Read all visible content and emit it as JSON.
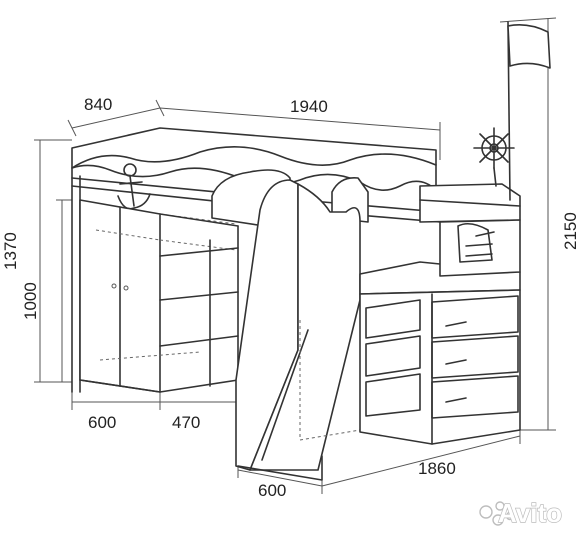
{
  "dimensions": {
    "depth": "840",
    "total_length": "1940",
    "bed_height": "1370",
    "wardrobe_height": "1000",
    "total_height": "2150",
    "wardrobe_width": "600",
    "shelf_width": "470",
    "slide_width": "600",
    "base_length": "1860"
  },
  "watermark": {
    "text": "Avito"
  }
}
